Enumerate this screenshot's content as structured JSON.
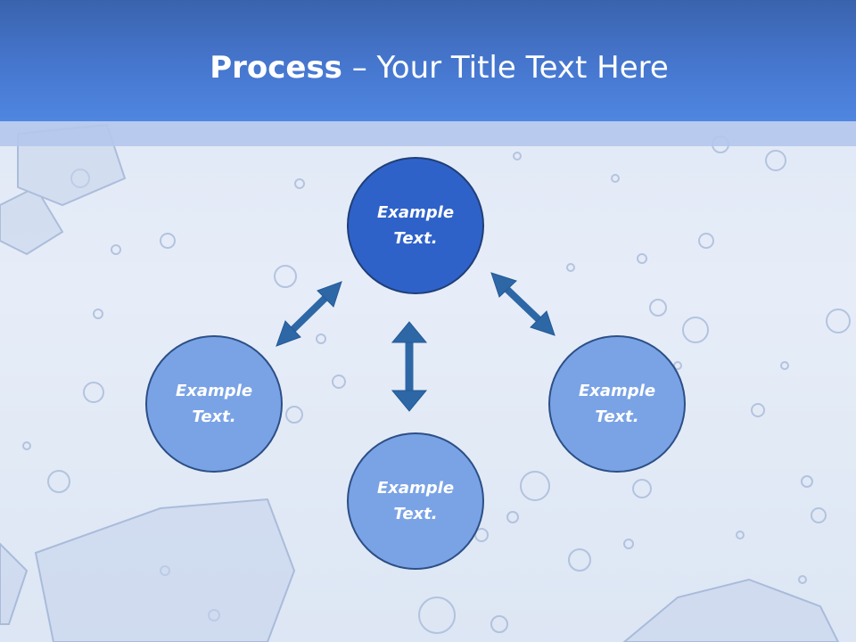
{
  "title": {
    "bold": "Process",
    "rest": " – Your Title Text Here"
  },
  "nodes": [
    {
      "id": "top",
      "label": "Example Text."
    },
    {
      "id": "left",
      "label": "Example Text."
    },
    {
      "id": "right",
      "label": "Example Text."
    },
    {
      "id": "bottom",
      "label": "Example Text."
    }
  ],
  "colors": {
    "header": "#4677cf",
    "main_node": "#2f62c9",
    "sub_node": "#7aa3e6",
    "arrow": "#2e67a6"
  }
}
